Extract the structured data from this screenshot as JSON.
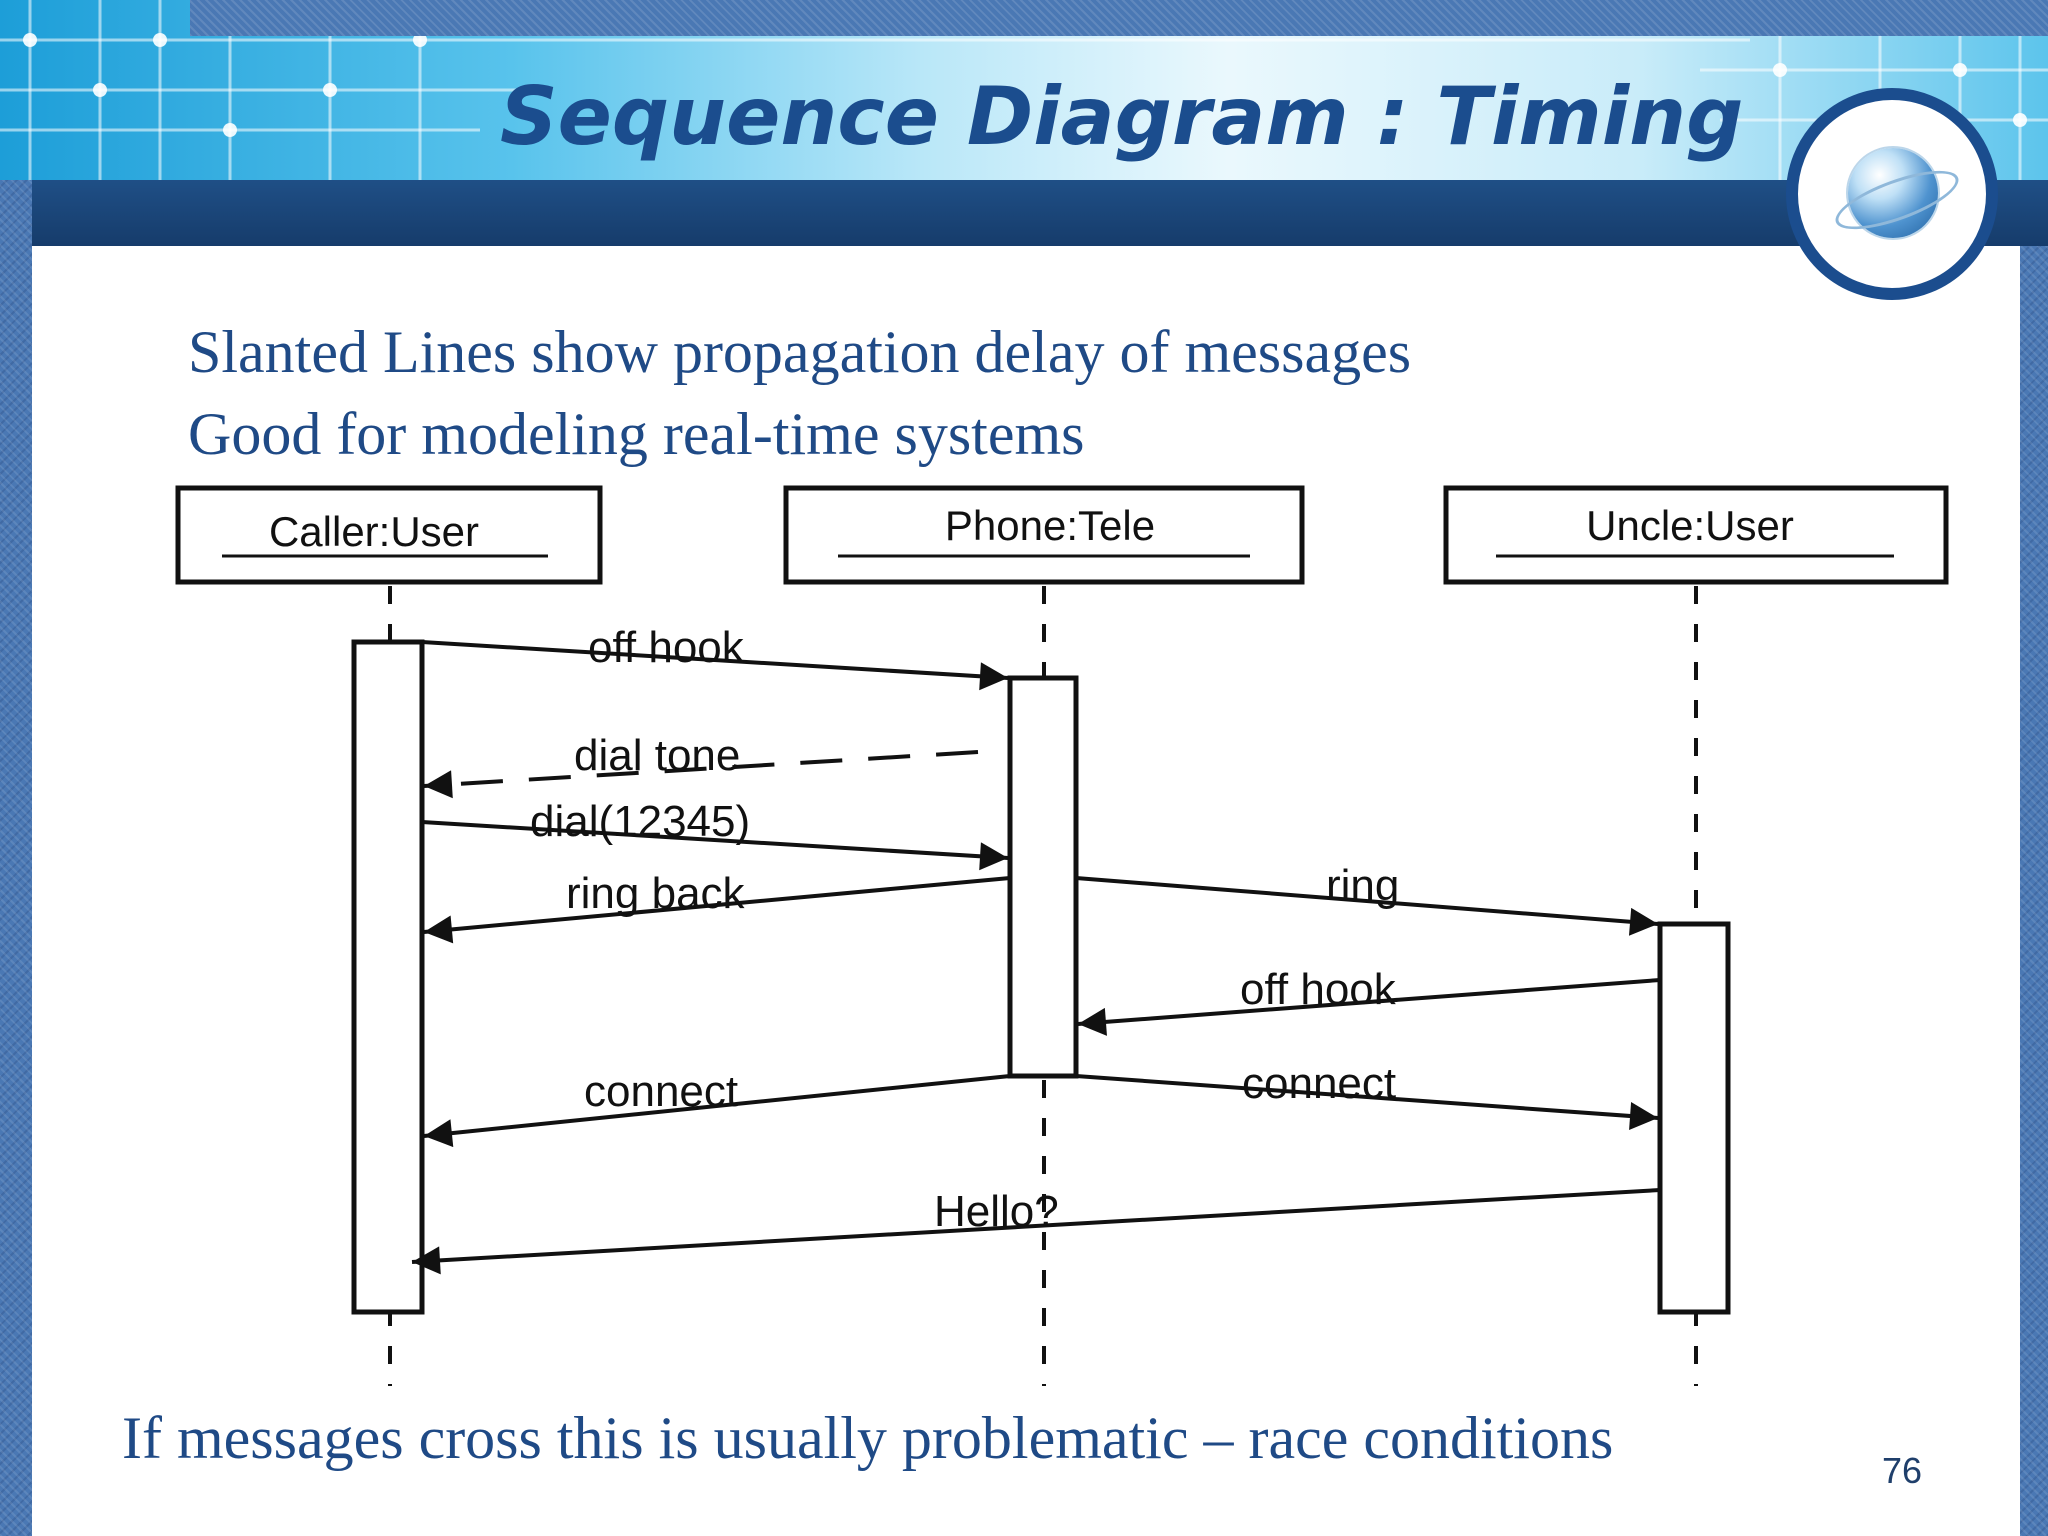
{
  "slide": {
    "title": "Sequence Diagram : Timing",
    "bullets": [
      "Slanted Lines show propagation delay of messages",
      "Good for modeling real-time systems"
    ],
    "footer_note": "If messages cross this is usually problematic – race conditions",
    "page_number": "76"
  },
  "diagram": {
    "objects": [
      "Caller:User",
      "Phone:Tele",
      "Uncle:User"
    ],
    "messages": [
      {
        "label": "off hook",
        "from": "Caller:User",
        "to": "Phone:Tele",
        "style": "solid"
      },
      {
        "label": "dial tone",
        "from": "Phone:Tele",
        "to": "Caller:User",
        "style": "dashed"
      },
      {
        "label": "dial(12345)",
        "from": "Caller:User",
        "to": "Phone:Tele",
        "style": "solid"
      },
      {
        "label": "ring back",
        "from": "Phone:Tele",
        "to": "Caller:User",
        "style": "solid"
      },
      {
        "label": "ring",
        "from": "Phone:Tele",
        "to": "Uncle:User",
        "style": "solid"
      },
      {
        "label": "off hook",
        "from": "Uncle:User",
        "to": "Phone:Tele",
        "style": "solid"
      },
      {
        "label": "connect",
        "from": "Phone:Tele",
        "to": "Caller:User",
        "style": "solid"
      },
      {
        "label": "connect",
        "from": "Phone:Tele",
        "to": "Uncle:User",
        "style": "solid"
      },
      {
        "label": "Hello?",
        "from": "Uncle:User",
        "to": "Caller:User",
        "style": "solid"
      }
    ]
  },
  "colors": {
    "title": "#1b4d8e",
    "body_text": "#1f4a86",
    "dark_bar": "#163c6b",
    "frame_background": "#4a78b4"
  },
  "icons": [
    "globe-icon"
  ]
}
